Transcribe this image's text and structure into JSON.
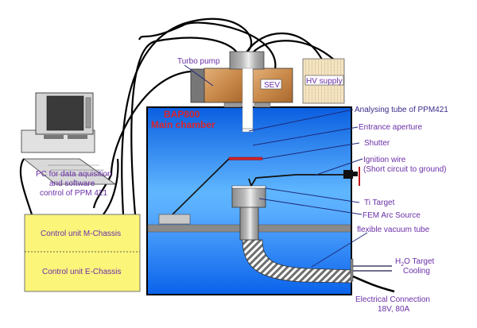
{
  "diagram": {
    "chamber": {
      "title_line1": "BAP800",
      "title_line2": "Main chamber"
    },
    "labels": {
      "turbo_pump": "Turbo pump",
      "sev": "SEV",
      "hv_supply": "HV supply",
      "analysing_tube": "Analysing tube of PPM421",
      "entrance_aperture": "Entrance aperture",
      "shutter": "Shutter",
      "ignition_wire_1": "Ignition wire",
      "ignition_wire_2": "(Short circuit to ground)",
      "ti_target": "Ti Target",
      "fem_arc_source": "FEM Arc Source",
      "flexible_vacuum_tube": "flexible vacuum tube",
      "h2o_cooling_h": "H",
      "h2o_cooling_sub": "2",
      "h2o_cooling_rest": "O Target",
      "h2o_cooling_2": "Cooling",
      "electrical_1": "Electrical Connection",
      "electrical_2": "18V, 80A",
      "pc_1": "PC for data aquisition",
      "pc_2": "and software",
      "pc_3": "control of PPM 421",
      "control_m": "Control unit M-Chassis",
      "control_e": "Control unit E-Chassis"
    },
    "colors": {
      "chamber_top": "#0a5ee0",
      "chamber_mid": "#4aa8ff",
      "chamber_bottom": "#0a6af0",
      "label_text": "#6a2fa8",
      "chamber_title": "#d8242c",
      "control_box": "#fbf57a",
      "pump_body": "#c98a4a",
      "shutter": "#d0202a"
    }
  }
}
